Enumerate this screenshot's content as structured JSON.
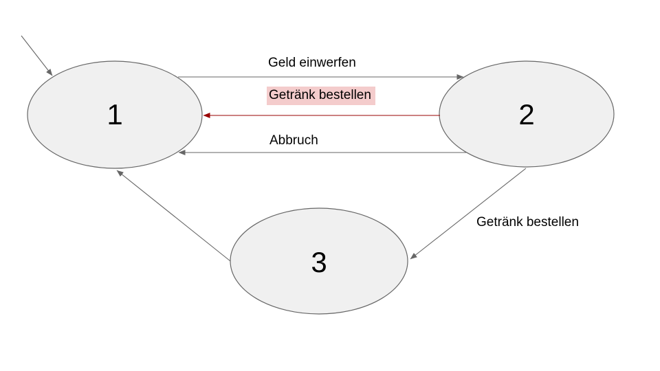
{
  "diagram": {
    "type": "state-machine",
    "states": [
      {
        "label": "1"
      },
      {
        "label": "2"
      },
      {
        "label": "3"
      }
    ],
    "transitions": [
      {
        "from": "1",
        "to": "2",
        "label": "Geld einwerfen",
        "highlighted": false
      },
      {
        "from": "2",
        "to": "1",
        "label": "Getränk bestellen",
        "highlighted": true
      },
      {
        "from": "2",
        "to": "1",
        "label": "Abbruch",
        "highlighted": false
      },
      {
        "from": "2",
        "to": "3",
        "label": "Getränk bestellen",
        "highlighted": false
      },
      {
        "from": "3",
        "to": "1",
        "label": "",
        "highlighted": false
      }
    ],
    "initial_state": "1",
    "colors": {
      "background": "#ffffff",
      "state_fill": "#f0f0f0",
      "state_stroke": "#666666",
      "arrow": "#666666",
      "highlight_arrow": "#990000",
      "highlight_background": "#f4cccc",
      "text": "#000000"
    }
  }
}
